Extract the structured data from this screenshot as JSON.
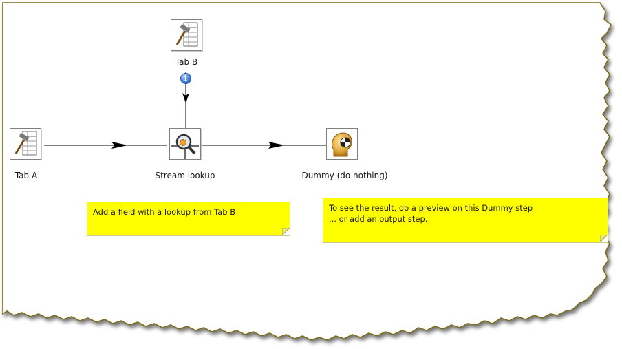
{
  "steps": {
    "tab_b": {
      "label": "Tab B",
      "icon": "data-grid-icon"
    },
    "tab_a": {
      "label": "Tab A",
      "icon": "data-grid-icon"
    },
    "stream_lookup": {
      "label": "Stream lookup",
      "icon": "stream-lookup-icon"
    },
    "dummy": {
      "label": "Dummy (do nothing)",
      "icon": "dummy-icon"
    }
  },
  "hops": [
    {
      "from": "Tab A",
      "to": "Stream lookup"
    },
    {
      "from": "Tab B",
      "to": "Stream lookup",
      "badge": "i"
    },
    {
      "from": "Stream lookup",
      "to": "Dummy (do nothing)"
    }
  ],
  "notes": {
    "note1": {
      "lines": [
        "Add a field with a lookup from Tab B"
      ]
    },
    "note2": {
      "lines": [
        "To see the result, do a preview on this Dummy step",
        "... or add an output step."
      ]
    }
  },
  "colors": {
    "note_bg": "#ffff00",
    "frame_border": "#8a7a1f",
    "hop_line": "#000000",
    "info_badge": "#3f78d8"
  }
}
